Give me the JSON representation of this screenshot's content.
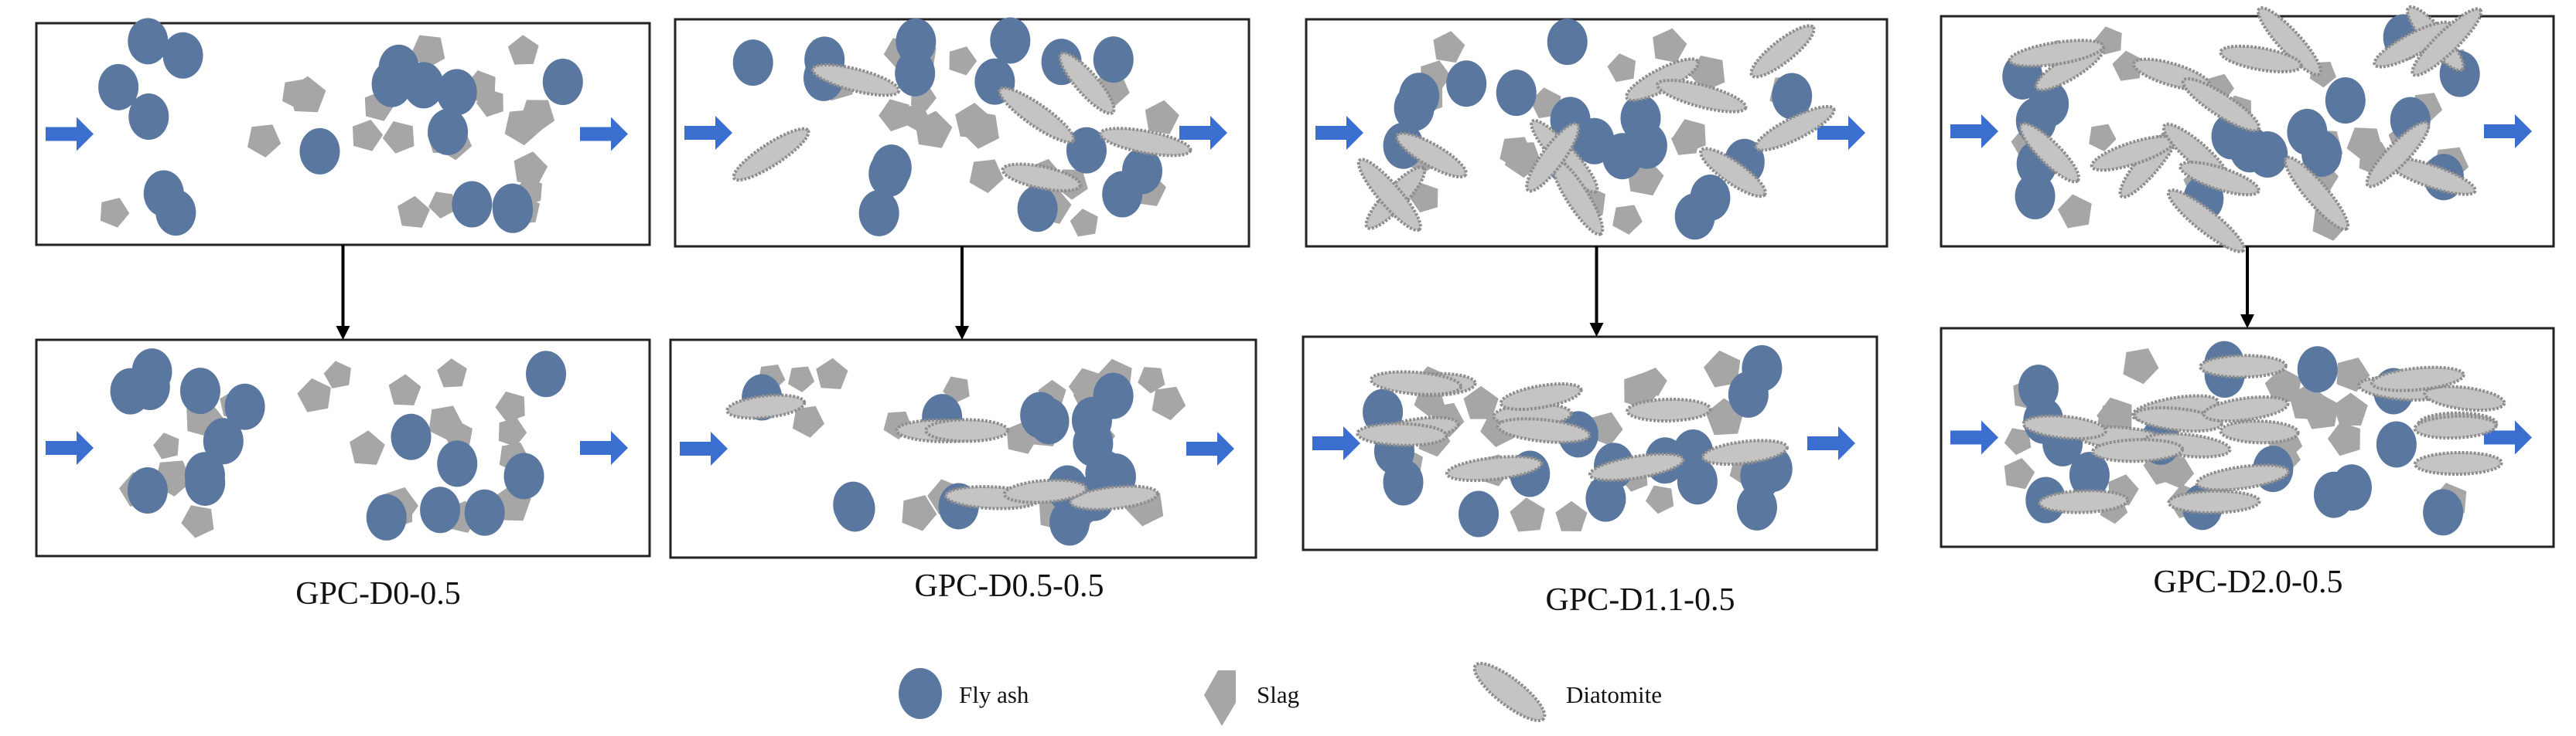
{
  "colors": {
    "fly_ash": "#5a77a0",
    "slag": "#a6a6a6",
    "diatomite_fill": "#c4c4c4",
    "diatomite_stroke": "#8e8e8e",
    "flow_arrow": "#3a6fd0",
    "frame": "#222222"
  },
  "panels": [
    {
      "label": "GPC-D0-0.5",
      "diatomite_count": 0
    },
    {
      "label": "GPC-D0.5-0.5",
      "diatomite_count": 6
    },
    {
      "label": "GPC-D1.1-0.5",
      "diatomite_count": 11
    },
    {
      "label": "GPC-D2.0-0.5",
      "diatomite_count": 18
    }
  ],
  "legend": [
    {
      "label": "Fly ash",
      "icon": "circle"
    },
    {
      "label": "Slag",
      "icon": "pentagon"
    },
    {
      "label": "Diatomite",
      "icon": "ellipse"
    }
  ]
}
